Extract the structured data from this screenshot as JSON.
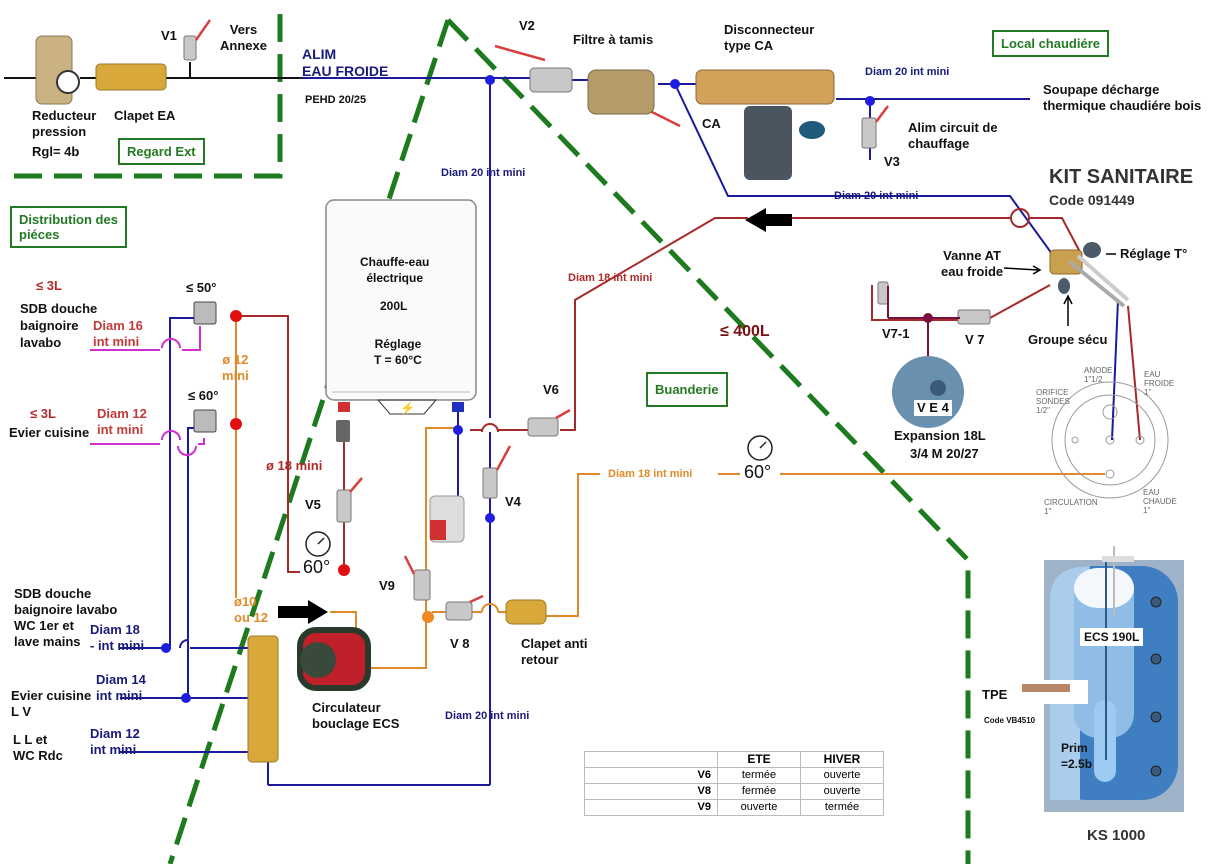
{
  "diagram": {
    "title": "Schéma hydraulique eau froide / ECS",
    "zones": {
      "regard_ext": "Regard Ext",
      "local_chaudiere": "Local chaudiére",
      "distribution": "Distribution des\npiéces",
      "buanderie": "Buanderie"
    },
    "supply": {
      "alim_line1": "ALIM",
      "alim_line2": "EAU FROIDE",
      "pipe_spec": "PEHD 20/25"
    },
    "components": {
      "reducteur": "Reducteur\npression",
      "reducteur_setting": "Rgl= 4b",
      "clapet_ea": "Clapet EA",
      "v1": "V1",
      "vers_annexe": "Vers\nAnnexe",
      "v2": "V2",
      "filtre": "Filtre à tamis",
      "disconnecteur": "Disconnecteur\ntype CA",
      "ca": "CA",
      "soupape": "Soupape décharge\nthermique chaudiére bois",
      "alim_chauffage": "Alim circuit de\nchauffage",
      "v3": "V3",
      "kit_title": "KIT SANITAIRE",
      "kit_code": "Code 091449",
      "vanne_at": "Vanne AT\neau froide",
      "reglage_t": "Réglage T°",
      "groupe_secu": "Groupe sécu",
      "v7_1": "V7-1",
      "v7": "V 7",
      "ve4": "V E 4",
      "expansion": "Expansion 18L",
      "expansion_spec": "3/4 M 20/27",
      "chauffe_eau": "Chauffe-eau\nélectrique",
      "chauffe_eau_volume": "200L",
      "chauffe_eau_reglage": "Réglage\nT = 60°C",
      "v4": "V4",
      "v5": "V5",
      "v6": "V6",
      "v8": "V 8",
      "v9": "V9",
      "clapet_anti_retour": "Clapet anti\nretour",
      "circulateur": "Circulateur\nbouclage ECS",
      "thermo_60_a": "60°",
      "thermo_60_b": "60°",
      "max_volume": "≤ 400L",
      "ecs": "ECS 190L",
      "prim": "Prim\n=2.5b",
      "tpe": "TPE",
      "tpe_code": "Code VB4510",
      "ks1000": "KS 1000"
    },
    "flange": {
      "anode": "ANODE\n1\"1/2",
      "orifice": "ORIFICE\nSONDES\n1/2\"",
      "eau_froide": "EAU\nFROIDE\n1\"",
      "eau_chaude": "EAU\nCHAUDE\n1\"",
      "circulation": "CIRCULATION\n1\""
    },
    "pipes": {
      "diam20_v": "Diam 20 int mini",
      "diam20_top": "Diam 20 int mini",
      "diam20_mid": "Diam 20 int mini",
      "diam20_bottom": "Diam 20 int mini",
      "diam18_red": "Diam 18  int mini",
      "diam18_orange": "Diam 18  int mini",
      "phi12": "ø 12\nmini",
      "phi18": "ø 18 mini",
      "phi10": "ø10\nou 12"
    },
    "outlets": [
      {
        "limit": "≤ 3L",
        "room": "SDB douche\nbaignoire\nlavabo",
        "diam": "Diam 16\nint mini",
        "mix": "≤ 50°"
      },
      {
        "limit": "≤ 3L",
        "room": "Evier cuisine",
        "diam": "Diam 12\nint mini",
        "mix": "≤ 60°"
      }
    ],
    "cold_outlets": [
      {
        "room": "SDB douche\nbaignoire lavabo\nWC 1er et\nlave mains",
        "diam": "Diam 18\n- int mini"
      },
      {
        "room": "Evier cuisine\nL V",
        "diam": "Diam 14\nint mini"
      },
      {
        "room": "L L et\nWC Rdc",
        "diam": "Diam 12\nint mini"
      }
    ],
    "colors": {
      "cold": "#1a1a9a",
      "hot": "#b02a2a",
      "loop": "#e08a2a",
      "mixed": "#d030d0",
      "zone": "#1e7a1e"
    }
  },
  "table": {
    "headers": [
      "",
      "ETE",
      "HIVER"
    ],
    "rows": [
      {
        "valve": "V6",
        "ete": "termée",
        "hiver": "ouverte"
      },
      {
        "valve": "V8",
        "ete": "fermée",
        "hiver": "ouverte"
      },
      {
        "valve": "V9",
        "ete": "ouverte",
        "hiver": "termée"
      }
    ]
  }
}
